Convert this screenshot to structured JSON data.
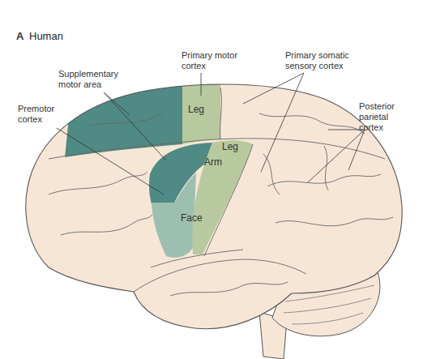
{
  "diagram": {
    "title": "Human",
    "labels": [
      "A",
      "Supplementary motor area",
      "Primary motor cortex",
      "Primary somatic sensory cortex",
      "Premotor cortex",
      "Posterior parietal cortex",
      "Leg",
      "Leg",
      "Arm",
      "Face"
    ]
  }
}
